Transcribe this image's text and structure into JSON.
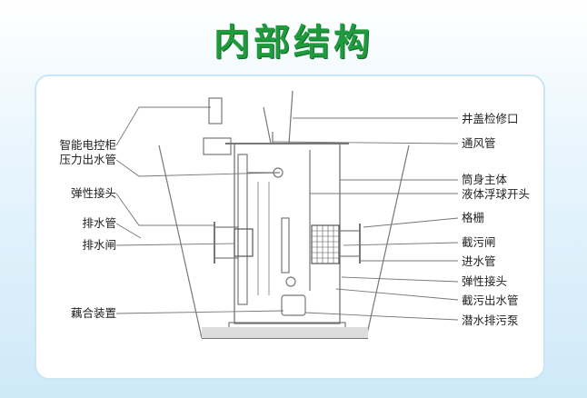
{
  "title": "内部结构",
  "labels": {
    "left": [
      "智能电控柜",
      "压力出水管",
      "弹性接头",
      "排水管",
      "排水闸",
      "藕合装置"
    ],
    "right": [
      "井盖检修口",
      "通风管",
      "筒身主体",
      "液体浮球开头",
      "格栅",
      "截污闸",
      "进水管",
      "弹性接头",
      "截污出水管",
      "潜水排污泵"
    ]
  },
  "colors": {
    "title": "#1f9a3c",
    "lines": "#666666",
    "background": "#cfe9f8"
  }
}
